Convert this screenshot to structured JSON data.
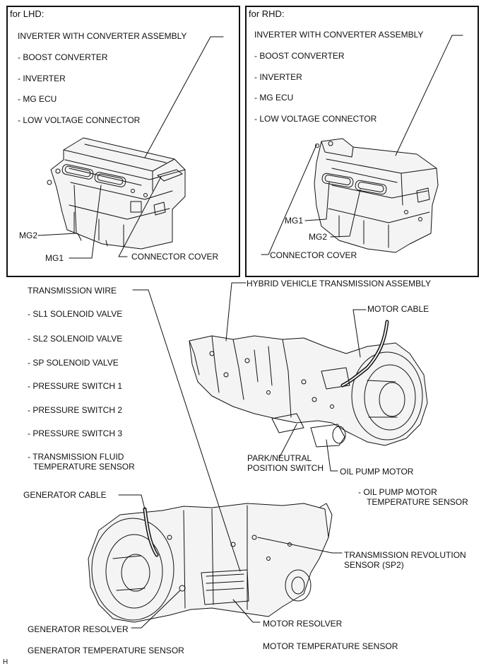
{
  "lhd": {
    "title": "for LHD:",
    "items": [
      "INVERTER WITH CONVERTER ASSEMBLY",
      "- BOOST CONVERTER",
      "- INVERTER",
      "- MG ECU",
      "- LOW VOLTAGE CONNECTOR"
    ],
    "mg2": "MG2",
    "mg1": "MG1",
    "connector_cover": "CONNECTOR COVER"
  },
  "rhd": {
    "title": "for RHD:",
    "items": [
      "INVERTER WITH CONVERTER ASSEMBLY",
      "- BOOST CONVERTER",
      "- INVERTER",
      "- MG ECU",
      "- LOW VOLTAGE CONNECTOR"
    ],
    "mg1": "MG1",
    "mg2": "MG2",
    "connector_cover": "CONNECTOR COVER"
  },
  "transmission": {
    "wire_title": "TRANSMISSION WIRE",
    "wire_items": [
      "- SL1 SOLENOID VALVE",
      "- SL2 SOLENOID VALVE",
      "- SP SOLENOID VALVE",
      "- PRESSURE SWITCH 1",
      "- PRESSURE SWITCH 2",
      "- PRESSURE SWITCH 3",
      "- TRANSMISSION FLUID"
    ],
    "wire_item_cont": "TEMPERATURE SENSOR",
    "assembly": "HYBRID VEHICLE TRANSMISSION ASSEMBLY",
    "motor_cable": "MOTOR CABLE",
    "park_neutral_1": "PARK/NEUTRAL",
    "park_neutral_2": "POSITION SWITCH",
    "oil_pump_motor": "OIL PUMP MOTOR",
    "oil_pump_temp_1": "- OIL PUMP MOTOR",
    "oil_pump_temp_2": "TEMPERATURE SENSOR",
    "generator_cable": "GENERATOR CABLE",
    "rev_sensor_1": "TRANSMISSION REVOLUTION",
    "rev_sensor_2": "SENSOR (SP2)",
    "generator_resolver": "GENERATOR RESOLVER",
    "generator_temp": "GENERATOR TEMPERATURE SENSOR",
    "motor_resolver": "MOTOR RESOLVER",
    "motor_temp": "MOTOR TEMPERATURE SENSOR"
  },
  "corner_mark": "H"
}
